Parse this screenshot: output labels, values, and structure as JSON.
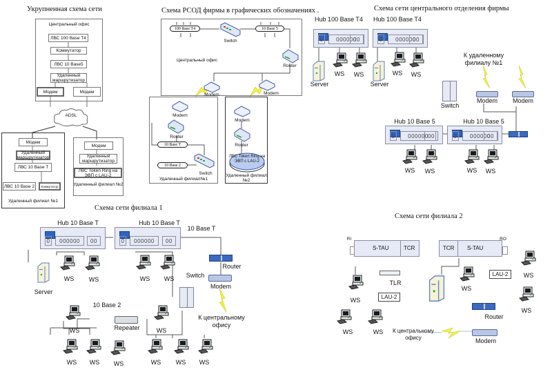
{
  "titles": {
    "overview": "Укрупненная схема сети",
    "rsod": "Схема  РСОД  фирмы в графических обозначениях .",
    "central": "Схема сети центрального отделения фирмы",
    "branch1": "Схема сети филиала 1",
    "branch2": "Схема сети филиала 2"
  },
  "overview": {
    "central_office": {
      "label": "Центральный офис",
      "blocks": [
        "ЛВС 100 Base T4",
        "Коммутатор",
        "ЛВС 10 Base5",
        "Удаленный маршрутизатор"
      ],
      "modems": [
        "Модем",
        "Модем"
      ]
    },
    "cloud": "ADSL",
    "branch1": {
      "label": "Удаленный филиал №1",
      "blocks": [
        "Модем",
        "Удаленный маршрутизатор",
        "ЛВС 10 Base T",
        "ЛВС 10 Base 2",
        "Коммутатор"
      ]
    },
    "branch2": {
      "label": "Удаленный филиал №2",
      "blocks": [
        "Модем",
        "Удаленный маршрутизатор",
        "ЛВС Token Ring на ЭВП с LAU-2"
      ]
    }
  },
  "rsod": {
    "central_label": "Центральный офис",
    "segments": [
      "100 Base T4",
      "10 Base 5"
    ],
    "switch": "Switch",
    "router": "Router",
    "modems": [
      "Modem",
      "Modem"
    ],
    "branch1": {
      "modem": "Modem",
      "router": "Router",
      "segments": [
        "10 Base T",
        "10 Base 2"
      ],
      "switch": "Switch",
      "label": "Удаленный филиал№1"
    },
    "branch2": {
      "modem": "Modem",
      "router": "Router",
      "ring": "ЛВС Token Ring на ЭВП с LAU-2",
      "label": "Удаленный филиал №2"
    }
  },
  "central": {
    "hubs_top": [
      {
        "name": "Hub 100 Base T4",
        "ports": [
          "0",
          "000000",
          "00"
        ]
      },
      {
        "name": "Hub 100 Base T4",
        "ports": [
          "0",
          "000000",
          "00"
        ]
      }
    ],
    "hubs_bottom": [
      {
        "name": "Hub 10 Base 5",
        "ports": [
          "0",
          "000000",
          "00"
        ]
      },
      {
        "name": "Hub 10 Base 5",
        "ports": [
          "0",
          "000000",
          "00"
        ]
      }
    ],
    "server": "Server",
    "ws": "WS",
    "switch": "Switch",
    "modem": "Modem",
    "remote_label": "К удаленному филиалу  №1"
  },
  "branch1": {
    "hubs": [
      {
        "name": "Hub 10 Base T",
        "ports": [
          "0",
          "000000",
          "00"
        ]
      },
      {
        "name": "Hub 10 Base T",
        "ports": [
          "0",
          "000000",
          "00"
        ]
      }
    ],
    "segment_t": "10 Base T",
    "segment_2": "10 Base 2",
    "server": "Server",
    "ws": "WS",
    "switch": "Switch",
    "router": "Router",
    "modem": "Modem",
    "repeater": "Repeater",
    "to_central": "К центральному офису"
  },
  "branch2": {
    "ri": "RI",
    "ro": "RO",
    "stau": "S-TAU",
    "tcr": "TCR",
    "tlr": "TLR",
    "lau": "LAU-2",
    "ws": "WS",
    "router": "Router",
    "modem": "Modem",
    "to_central": "К центральному офису"
  }
}
